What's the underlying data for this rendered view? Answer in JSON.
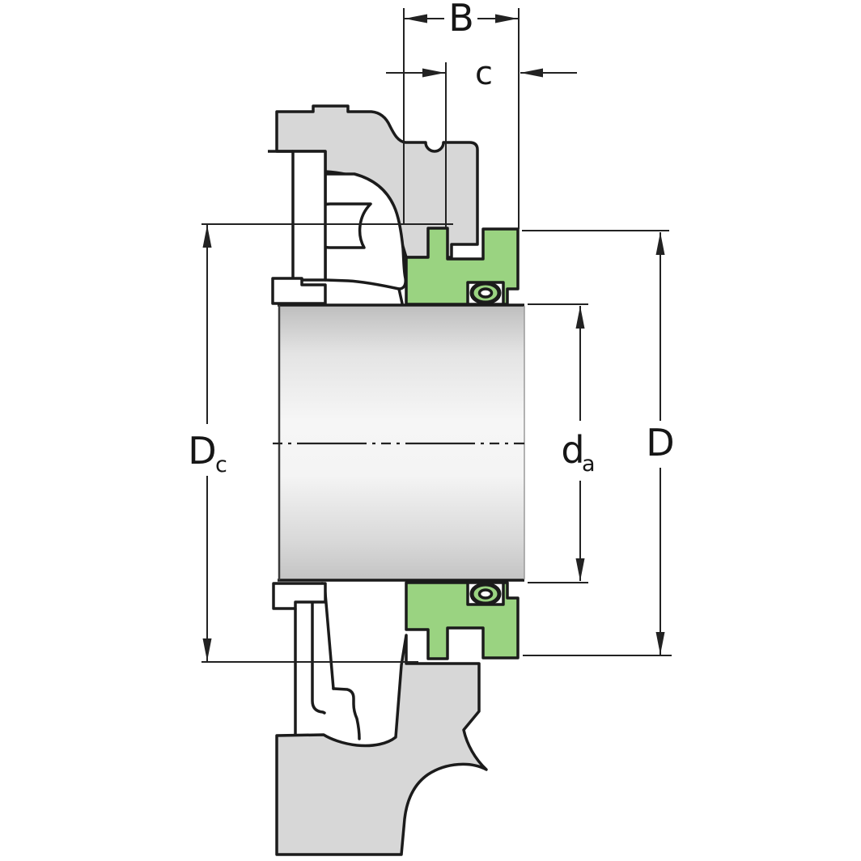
{
  "drawing": {
    "title": "Bearing unit cross-section drawing",
    "description": "Sectional technical drawing of an insert bearing (Y-bearing) with eccentric locking collar, grub screws, shaft and flanged housing, annotated with boundary dimensions",
    "dimension_labels": {
      "B": "B",
      "c": "c",
      "Dc_main": "D",
      "Dc_sub": "c",
      "da_main": "d",
      "da_sub": "a",
      "D_main": "D"
    },
    "colors": {
      "collar_green": "#9ad381",
      "metal_gray": "#d7d7d7",
      "outline_black": "#1b1b1b",
      "dimension_line": "#222222",
      "background": "#ffffff"
    }
  }
}
